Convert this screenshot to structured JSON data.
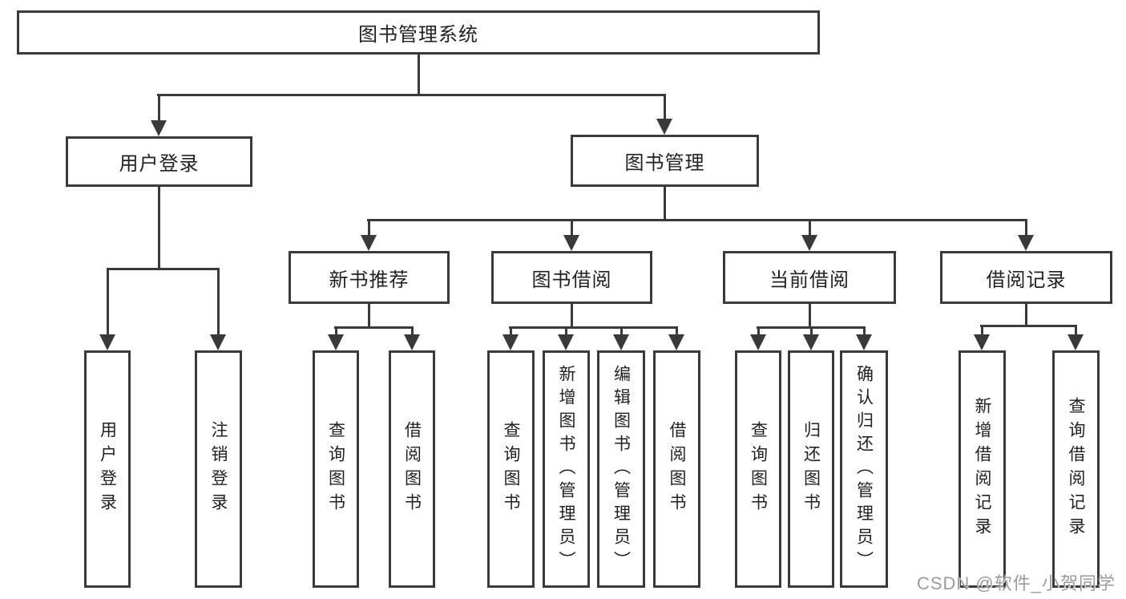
{
  "colors": {
    "line": "#3a3a3a",
    "background": "#ffffff",
    "node_fill": "#ffffff",
    "text": "#222222",
    "watermark": "#9c9c9c"
  },
  "watermark": {
    "text": "CSDN @软件_小贺同学"
  },
  "tree": {
    "label": "图书管理系统",
    "children": [
      {
        "label": "用户登录",
        "children": [
          {
            "label": "用户登录"
          },
          {
            "label": "注销登录"
          }
        ]
      },
      {
        "label": "图书管理",
        "children": [
          {
            "label": "新书推荐",
            "children": [
              {
                "label": "查询图书"
              },
              {
                "label": "借阅图书"
              }
            ]
          },
          {
            "label": "图书借阅",
            "children": [
              {
                "label": "查询图书"
              },
              {
                "label": "新增图书（管理员）"
              },
              {
                "label": "编辑图书（管理员）"
              },
              {
                "label": "借阅图书"
              }
            ]
          },
          {
            "label": "当前借阅",
            "children": [
              {
                "label": "查询图书"
              },
              {
                "label": "归还图书"
              },
              {
                "label": "确认归还（管理员）"
              }
            ]
          },
          {
            "label": "借阅记录",
            "children": [
              {
                "label": "新增借阅记录"
              },
              {
                "label": "查询借阅记录"
              }
            ]
          }
        ]
      }
    ]
  }
}
